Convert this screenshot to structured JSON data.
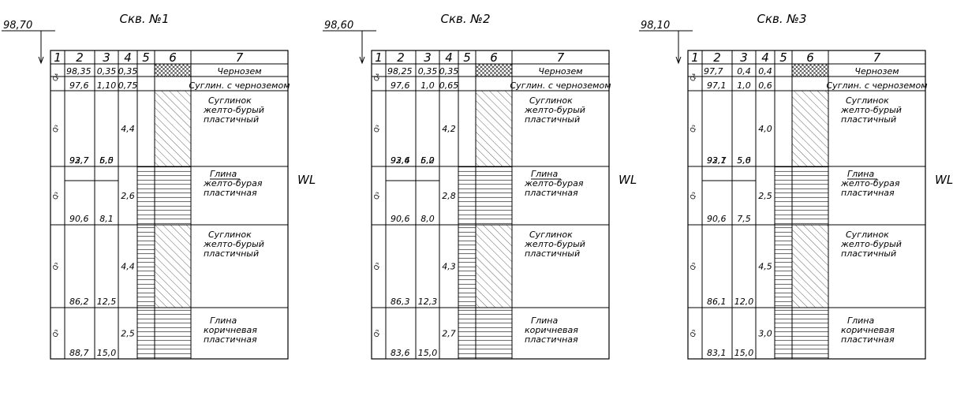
{
  "column_headers": [
    "1",
    "2",
    "3",
    "4",
    "5",
    "6",
    "7"
  ],
  "water_level_label": "WL",
  "boreholes": [
    {
      "title": "Скв. №1",
      "collar_elevation": "98,70",
      "layers": [
        {
          "col1": "Q₄",
          "abs": "98,35",
          "depth": "0,35",
          "thick": "0,35",
          "water_hatch": false,
          "litho": "chernozem",
          "desc": [
            "Чернозем"
          ],
          "desc_align": "center"
        },
        {
          "col1": "",
          "abs": "97,6",
          "depth": "1,10",
          "thick": "0,75",
          "water_hatch": false,
          "litho": "blank",
          "desc": [
            "Суглин. с черноземом"
          ],
          "desc_align": "center"
        },
        {
          "col1": "Q₃",
          "abs": "93,7",
          "depth": "5,5",
          "thick": "4,4",
          "water_hatch": false,
          "litho": "loam",
          "desc": [
            "Суглинок",
            "желто-бурый",
            "пластичный"
          ],
          "desc_align": "left"
        },
        {
          "col1": "Q₃",
          "abs": "90,6",
          "depth": "8,1",
          "thick": "2,6",
          "water_hatch": true,
          "litho": "clay",
          "desc": [
            "Глина",
            "желто-бурая",
            "пластичная"
          ],
          "desc_align": "left",
          "top_abs": "92,7",
          "top_depth": "6,0"
        },
        {
          "col1": "Q₃",
          "abs": "86,2",
          "depth": "12,5",
          "thick": "4,4",
          "water_hatch": true,
          "litho": "loam",
          "desc": [
            "Суглинок",
            "желто-бурый",
            "пластичный"
          ],
          "desc_align": "left"
        },
        {
          "col1": "Q₃",
          "abs": "88,7",
          "depth": "15,0",
          "thick": "2,5",
          "water_hatch": true,
          "litho": "clay",
          "desc": [
            "Глина",
            "коричневая",
            "пластичная"
          ],
          "desc_align": "left"
        }
      ]
    },
    {
      "title": "Скв. №2",
      "collar_elevation": "98,60",
      "layers": [
        {
          "col1": "Q₄",
          "abs": "98,25",
          "depth": "0,35",
          "thick": "0,35",
          "water_hatch": false,
          "litho": "chernozem",
          "desc": [
            "Чернозем"
          ],
          "desc_align": "center"
        },
        {
          "col1": "",
          "abs": "97,6",
          "depth": "1,0",
          "thick": "0,65",
          "water_hatch": false,
          "litho": "blank",
          "desc": [
            "Суглин. с черноземом"
          ],
          "desc_align": "center"
        },
        {
          "col1": "Q₃",
          "abs": "93,4",
          "depth": "5,2",
          "thick": "4,2",
          "water_hatch": false,
          "litho": "loam",
          "desc": [
            "Суглинок",
            "желто-бурый",
            "пластичный"
          ],
          "desc_align": "left"
        },
        {
          "col1": "Q₃",
          "abs": "90,6",
          "depth": "8,0",
          "thick": "2,8",
          "water_hatch": true,
          "litho": "clay",
          "desc": [
            "Глина",
            "желто-бурая",
            "пластичная"
          ],
          "desc_align": "left",
          "top_abs": "92,6",
          "top_depth": "6,0"
        },
        {
          "col1": "Q₃",
          "abs": "86,3",
          "depth": "12,3",
          "thick": "4,3",
          "water_hatch": true,
          "litho": "loam",
          "desc": [
            "Суглинок",
            "желто-бурый",
            "пластичный"
          ],
          "desc_align": "left"
        },
        {
          "col1": "Q₃",
          "abs": "83,6",
          "depth": "15,0",
          "thick": "2,7",
          "water_hatch": true,
          "litho": "clay",
          "desc": [
            "Глина",
            "коричневая",
            "пластичная"
          ],
          "desc_align": "left"
        }
      ]
    },
    {
      "title": "Скв. №3",
      "collar_elevation": "98,10",
      "layers": [
        {
          "col1": "Q₄",
          "abs": "97,7",
          "depth": "0,4",
          "thick": "0,4",
          "water_hatch": false,
          "litho": "chernozem",
          "desc": [
            "Чернозем"
          ],
          "desc_align": "center"
        },
        {
          "col1": "",
          "abs": "97,1",
          "depth": "1,0",
          "thick": "0,6",
          "water_hatch": false,
          "litho": "blank",
          "desc": [
            "Суглин. с черноземом"
          ],
          "desc_align": "center"
        },
        {
          "col1": "Q₃",
          "abs": "93,1",
          "depth": "5,0",
          "thick": "4,0",
          "water_hatch": false,
          "litho": "loam",
          "desc": [
            "Суглинок",
            "желто-бурый",
            "пластичный"
          ],
          "desc_align": "left"
        },
        {
          "col1": "Q₃",
          "abs": "90,6",
          "depth": "7,5",
          "thick": "2,5",
          "water_hatch": true,
          "litho": "clay",
          "desc": [
            "Глина",
            "желто-бурая",
            "пластичная"
          ],
          "desc_align": "left",
          "top_abs": "92,7",
          "top_depth": "5,6"
        },
        {
          "col1": "Q₃",
          "abs": "86,1",
          "depth": "12,0",
          "thick": "4,5",
          "water_hatch": true,
          "litho": "loam",
          "desc": [
            "Суглинок",
            "желто-бурый",
            "пластичный"
          ],
          "desc_align": "left"
        },
        {
          "col1": "Q₃",
          "abs": "83,1",
          "depth": "15,0",
          "thick": "3,0",
          "water_hatch": true,
          "litho": "clay",
          "desc": [
            "Глина",
            "коричневая",
            "пластичная"
          ],
          "desc_align": "left"
        }
      ]
    }
  ]
}
